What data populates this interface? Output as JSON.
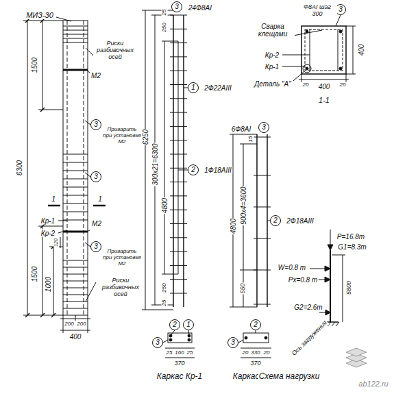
{
  "diagram": {
    "nodes": [
      {
        "text": [
          "3"
        ]
      },
      {
        "text": [
          "3"
        ]
      },
      {
        "text": [
          "3"
        ]
      },
      {
        "text": [
          "3"
        ]
      },
      {
        "text": [
          "1"
        ]
      },
      {
        "text": [
          "2"
        ]
      },
      {
        "text": [
          "2"
        ]
      },
      {
        "text": [
          "1"
        ]
      },
      {
        "text": [
          "3"
        ]
      },
      {
        "text": [
          "3"
        ]
      },
      {
        "text": [
          "2"
        ]
      },
      {
        "text": [
          "2"
        ]
      },
      {
        "text": [
          "3"
        ]
      },
      {
        "text": [
          "3"
        ]
      }
    ],
    "edges": [],
    "labels": [
      "МИЗ-30",
      "1500",
      "Риски разбивочных осей",
      "М2",
      "Приварить при установке М2",
      "6300",
      "1",
      "1",
      "Кр-1",
      "Кр-2",
      "М2",
      "Приварить при установке М2",
      "1500",
      "1000",
      "120",
      "Риски разбивочных осей",
      "200",
      "200",
      "400",
      "24Ф8АI",
      "25",
      "250",
      "2Ф22АIII",
      "6250",
      "300х21=6300",
      "4800",
      "1Ф18АIII",
      "250",
      "25",
      "25",
      "160",
      "25",
      "370",
      "Каркас Кр-1",
      "6Ф8АI",
      "15",
      "4800",
      "900х4=3600",
      "550",
      "2Ф18АIII",
      "20",
      "330",
      "20",
      "370",
      "Каркас Кр-2",
      "Ф8АI шаг 300",
      "Сварка клещами",
      "Кр-2",
      "Кр-1",
      "Деталь \"А\"",
      "400",
      "20",
      "400",
      "20",
      "1-1",
      "P=16.8т",
      "G1=8.3т",
      "W=0.8 т",
      "Px=0.8 т",
      "5800",
      "G2=2.6т",
      "Ось загружения",
      "Схема нагрузки",
      "ab122.ru"
    ]
  }
}
